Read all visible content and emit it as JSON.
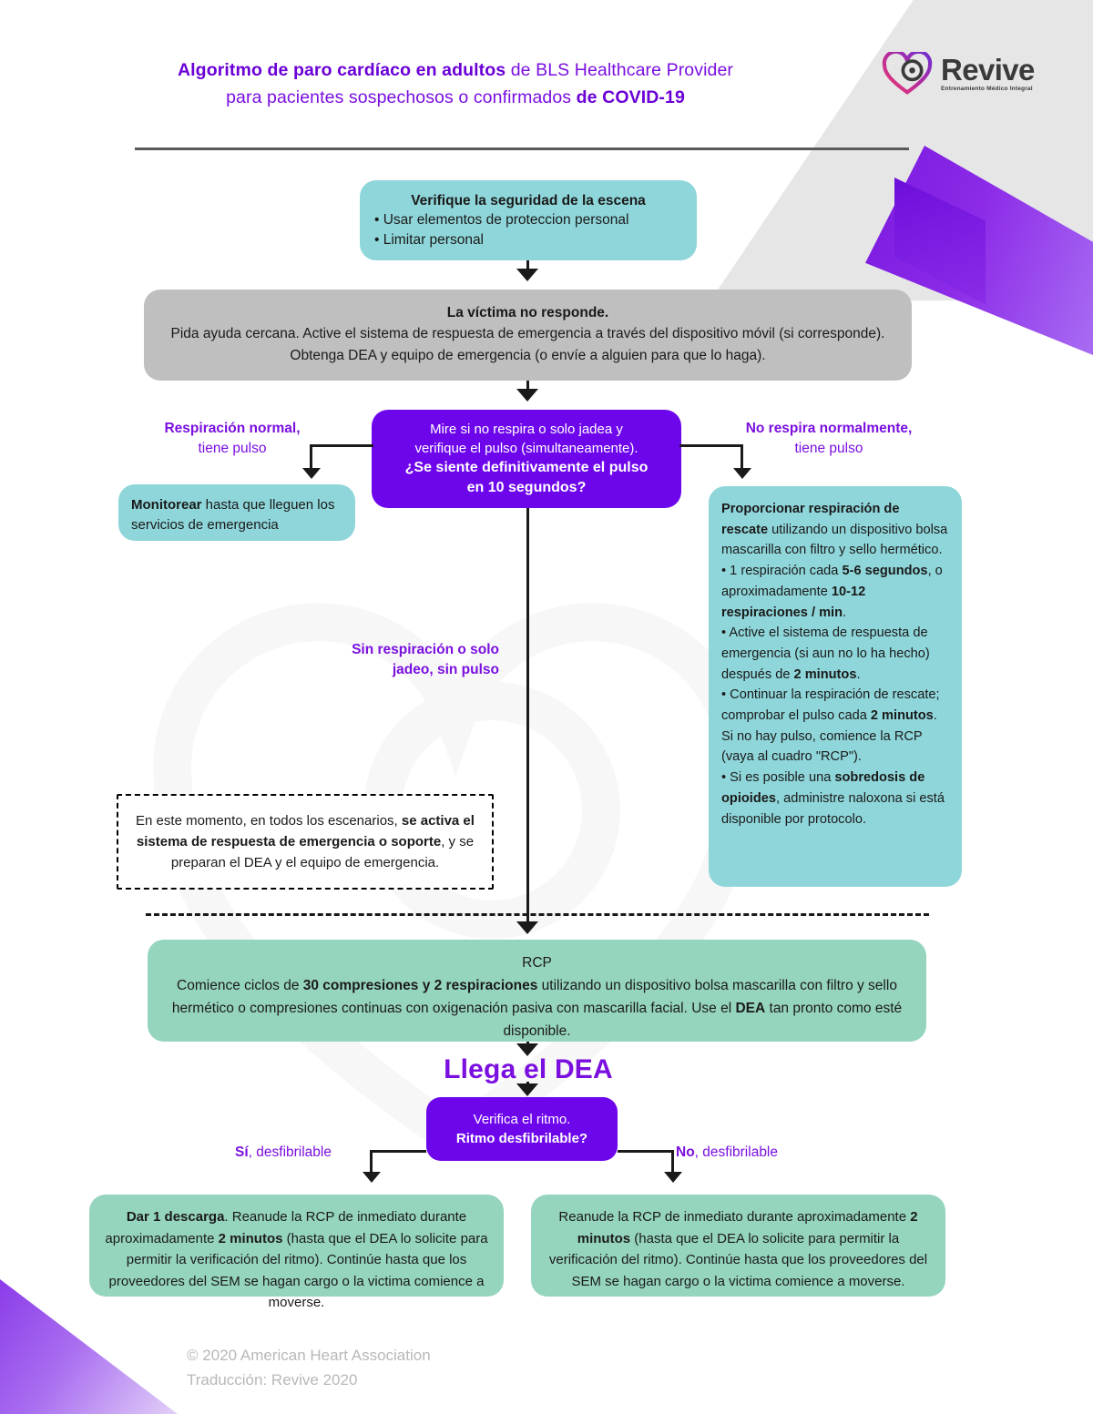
{
  "brand": {
    "name": "Revive",
    "tagline": "Entrenamiento Médico Integral"
  },
  "header": {
    "title_bold_1": "Algoritmo de paro cardíaco en adultos",
    "title_rest_1": " de BLS Healthcare Provider",
    "title_rest_2": "para pacientes sospechosos o confirmados ",
    "title_bold_2": "de COVID-19"
  },
  "scene_box": {
    "heading": "Verifique la seguridad de la escena",
    "bullets": [
      "• Usar elementos de proteccion personal",
      "• Limitar personal"
    ]
  },
  "unresponsive_box": {
    "heading": "La víctima no responde.",
    "text": "Pida ayuda cercana. Active el sistema de respuesta de emergencia a través del dispositivo móvil (si corresponde). Obtenga DEA y equipo de emergencia (o envíe a alguien para que lo haga)."
  },
  "decision_1": {
    "line_1": "Mire si no respira o solo jadea y",
    "line_2": "verifique el pulso (simultaneamente).",
    "bold_1": "¿Se siente definitivamente el pulso",
    "bold_2": "en 10 segundos?"
  },
  "branch_labels": {
    "left_bold": "Respiración normal,",
    "left_rest": "tiene pulso",
    "right_bold": "No respira normalmente,",
    "right_rest": "tiene pulso",
    "center": "Sin respiración o solo jadeo, sin pulso"
  },
  "monitor_box": {
    "bold": "Monitorear",
    "text": " hasta que lleguen los servicios de emergencia"
  },
  "rescue_box": {
    "segments": [
      {
        "t": "Proporcionar respiración de rescate",
        "b": true
      },
      {
        "t": " utilizando un dispositivo bolsa mascarilla con filtro y sello hermético.",
        "b": false
      },
      {
        "t": "\n• 1 respiración cada ",
        "b": false
      },
      {
        "t": "5-6 segundos",
        "b": true
      },
      {
        "t": ", o aproximadamente ",
        "b": false
      },
      {
        "t": "10-12 respiraciones / min",
        "b": true
      },
      {
        "t": ".",
        "b": false
      },
      {
        "t": "\n• Active el sistema de respuesta de emergencia (si aun no lo ha hecho) después de ",
        "b": false
      },
      {
        "t": "2 minutos",
        "b": true
      },
      {
        "t": ".",
        "b": false
      },
      {
        "t": "\n• Continuar la respiración de rescate; comprobar el pulso cada ",
        "b": false
      },
      {
        "t": "2 minutos",
        "b": true
      },
      {
        "t": ". Si no hay pulso, comience la RCP (vaya al cuadro \"RCP\").",
        "b": false
      },
      {
        "t": "\n• Si es posible una ",
        "b": false
      },
      {
        "t": "sobredosis de opioides",
        "b": true
      },
      {
        "t": ", administre naloxona si está disponible por protocolo.",
        "b": false
      }
    ]
  },
  "dashed_box": {
    "segments": [
      {
        "t": "En este momento, en todos los escenarios, ",
        "b": false
      },
      {
        "t": "se activa el sistema de respuesta de emergencia o soporte",
        "b": true
      },
      {
        "t": ", y se preparan el DEA y el equipo de emergencia.",
        "b": false
      }
    ]
  },
  "rcp_box": {
    "heading": "RCP",
    "segments": [
      {
        "t": "Comience ciclos de ",
        "b": false
      },
      {
        "t": "30 compresiones y 2 respiraciones",
        "b": true
      },
      {
        "t": " utilizando un dispositivo bolsa mascarilla con filtro y sello hermético o compresiones continuas con oxigenación pasiva con mascarilla facial. Use el ",
        "b": false
      },
      {
        "t": "DEA",
        "b": true
      },
      {
        "t": " tan pronto como esté disponible.",
        "b": false
      }
    ]
  },
  "aed_arrives": "Llega el DEA",
  "decision_2": {
    "line_1": "Verifica el ritmo.",
    "bold_1": "Ritmo desfibrilable?"
  },
  "shock_labels": {
    "yes_bold": "Sí",
    "yes_rest": ", desfibrilable",
    "no_bold": "No",
    "no_rest": ", desfibrilable"
  },
  "shock_box": {
    "segments": [
      {
        "t": "Dar 1 descarga",
        "b": true
      },
      {
        "t": ". Reanude la RCP de inmediato durante aproximadamente ",
        "b": false
      },
      {
        "t": "2 minutos",
        "b": true
      },
      {
        "t": " (hasta que el DEA lo solicite para permitir la verificación del ritmo). Continúe hasta que los proveedores del SEM se hagan cargo o la victima comience a moverse.",
        "b": false
      }
    ]
  },
  "noshock_box": {
    "segments": [
      {
        "t": "Reanude la RCP de inmediato durante aproximadamente ",
        "b": false
      },
      {
        "t": "2 minutos",
        "b": true
      },
      {
        "t": " (hasta que el DEA lo solicite para permitir la verificación del ritmo). Continúe hasta que los proveedores del SEM se hagan cargo o la victima comience a moverse.",
        "b": false
      }
    ]
  },
  "footer": {
    "line_1": "© 2020 American Heart Association",
    "line_2": "Traducción: Revive 2020"
  },
  "colors": {
    "purple": "#6e06ec",
    "purple_text": "#7a0fe0",
    "teal_light": "#a5dde0",
    "teal_mid": "#8fd6da",
    "teal_green": "#95d4bd",
    "gray_box": "#bfbfbf",
    "footer_gray": "#b8b8b8"
  }
}
